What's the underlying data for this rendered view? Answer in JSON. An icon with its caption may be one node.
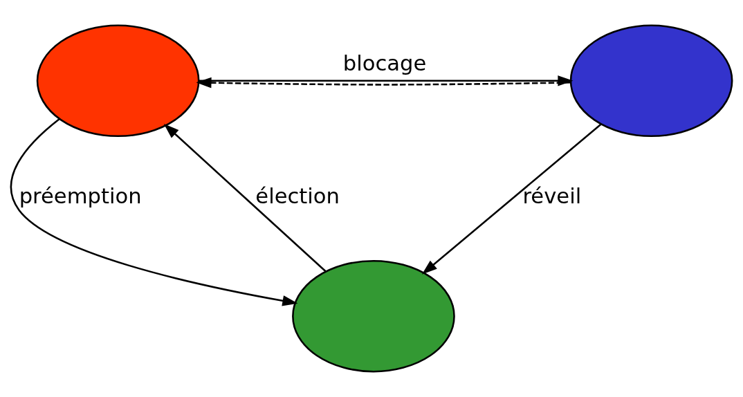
{
  "diagram": {
    "nodes": [
      {
        "text": [],
        "shape": "ellipse"
      },
      {
        "text": [],
        "shape": "ellipse"
      },
      {
        "text": [],
        "shape": "ellipse"
      }
    ],
    "edges": [
      {
        "from": 0,
        "to": 1,
        "arrow": "to",
        "label": "blocage"
      },
      {
        "from": 1,
        "to": 0,
        "arrow": "to",
        "style": "dashed"
      },
      {
        "from": 0,
        "to": 2,
        "arrow": "to",
        "label": "préemption"
      },
      {
        "from": 2,
        "to": 0,
        "arrow": "to",
        "label": "élection"
      },
      {
        "from": 1,
        "to": 2,
        "arrow": "to",
        "label": "réveil"
      }
    ]
  }
}
